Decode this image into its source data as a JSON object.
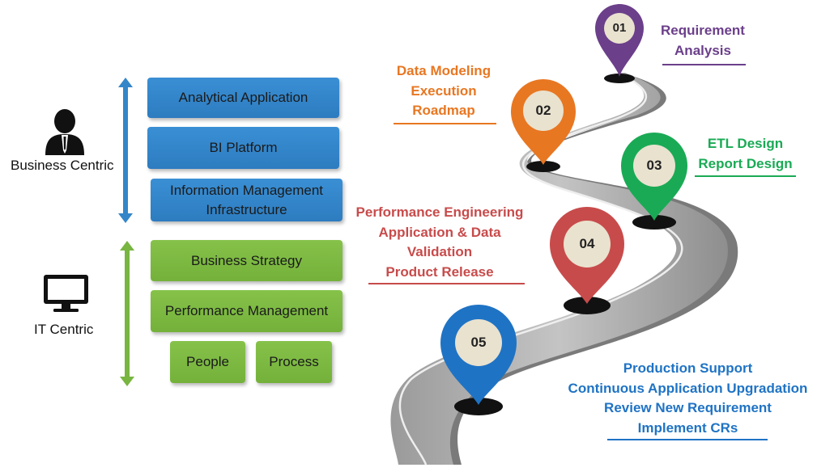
{
  "left": {
    "business_centric": "Business Centric",
    "it_centric": "IT Centric",
    "blue_boxes": [
      "Analytical Application",
      "BI Platform",
      "Information Management\nInfrastructure"
    ],
    "green_boxes": [
      "Business Strategy",
      "Performance Management"
    ],
    "small_boxes": [
      "People",
      "Process"
    ]
  },
  "steps": [
    {
      "num": "01",
      "lines": [
        "Requirement",
        "Analysis"
      ],
      "color": "#6b3f8a"
    },
    {
      "num": "02",
      "lines": [
        "Data Modeling",
        "Execution",
        "Roadmap"
      ],
      "color": "#e87722"
    },
    {
      "num": "03",
      "lines": [
        "ETL Design",
        "Report Design"
      ],
      "color": "#1aaa55"
    },
    {
      "num": "04",
      "lines": [
        "Performance Engineering",
        "Application & Data",
        "Validation",
        "Product Release"
      ],
      "color": "#c84b4b"
    },
    {
      "num": "05",
      "lines": [
        "Production Support",
        "Continuous Application Upgradation",
        "Review New Requirement",
        "Implement CRs"
      ],
      "color": "#1f73c4"
    }
  ],
  "icons": {
    "person": "businessman-icon",
    "monitor": "monitor-icon"
  }
}
